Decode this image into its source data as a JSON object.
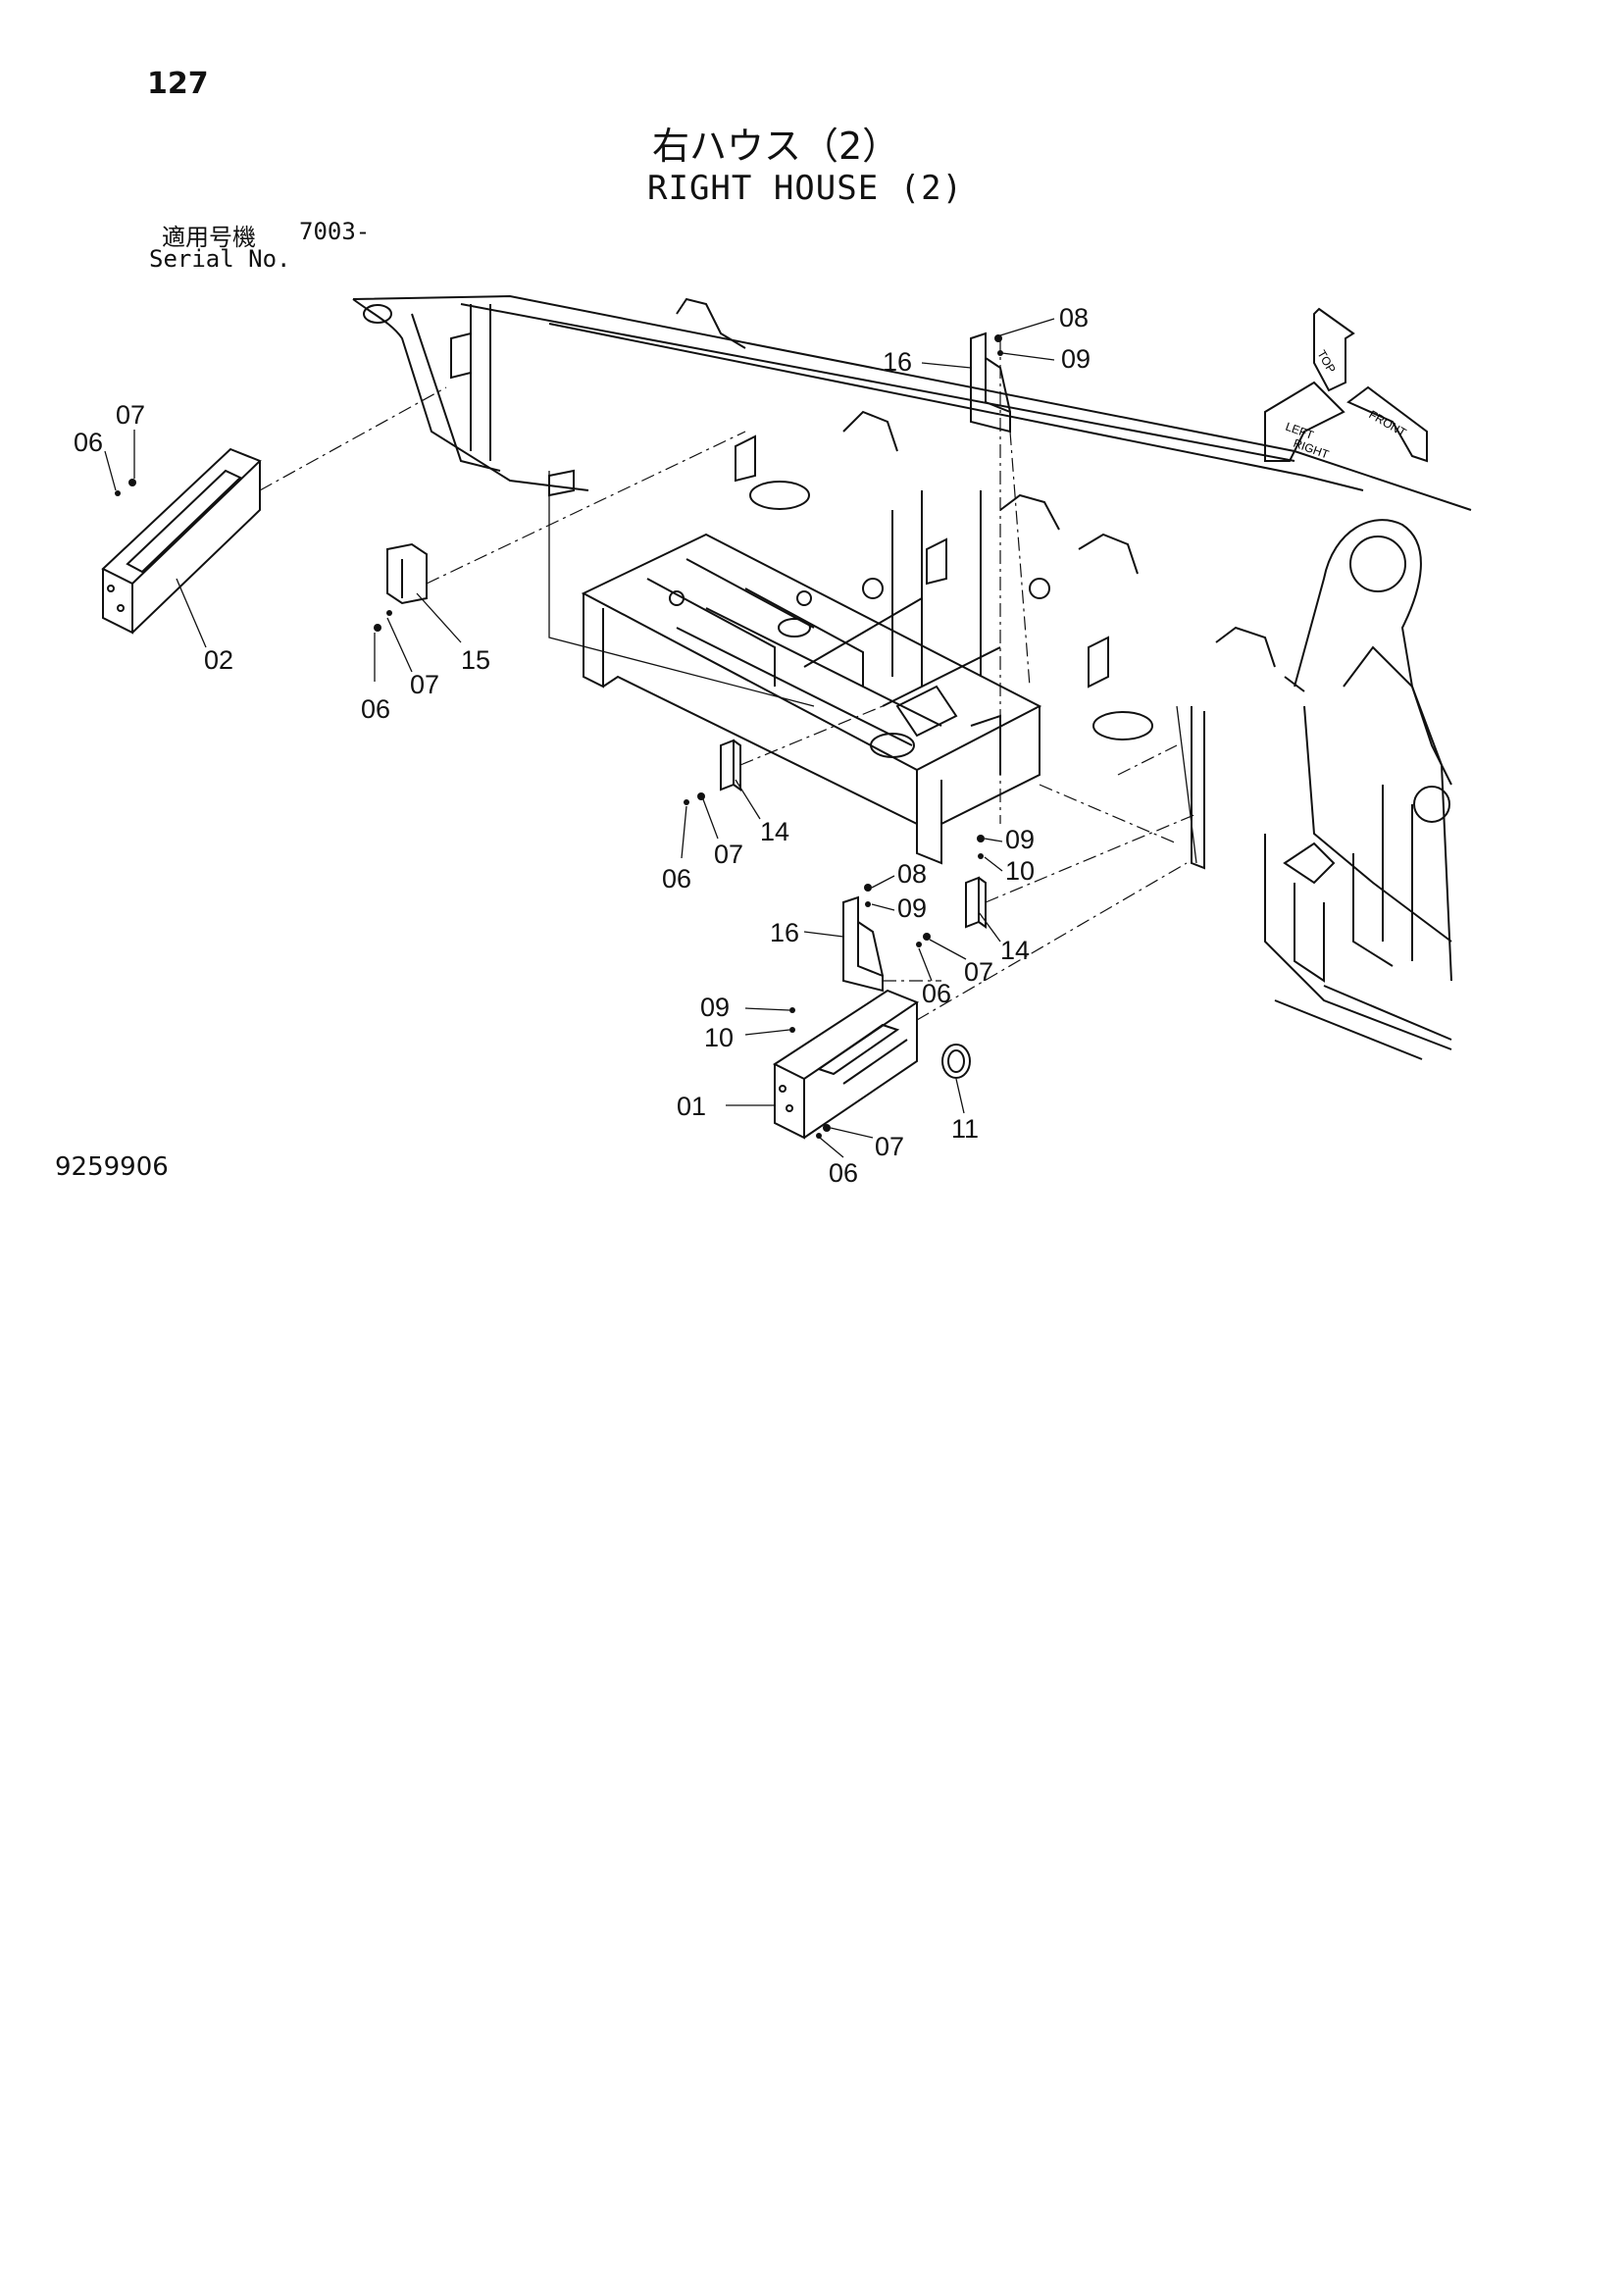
{
  "header": {
    "page_number": "127",
    "title_ja": "右ハウス（2）",
    "title_en": "RIGHT HOUSE (2)",
    "serial_label_ja": "適用号機",
    "serial_value": "7003-",
    "serial_label_en": "Serial No."
  },
  "footer": {
    "drawing_number": "9259906"
  },
  "callouts": {
    "c08_top": "08",
    "c16_top": "16",
    "c09_top": "09",
    "c07_left": "07",
    "c06_left": "06",
    "c02": "02",
    "c15": "15",
    "c07_mid": "07",
    "c06_mid": "06",
    "c14_mid": "14",
    "c07_low": "07",
    "c06_low": "06",
    "c09_r1": "09",
    "c10_r1": "10",
    "c08_r2": "08",
    "c09_r2": "09",
    "c16_low": "16",
    "c14_low": "14",
    "c07_r3": "07",
    "c06_r3": "06",
    "c09_l": "09",
    "c10_l": "10",
    "c01": "01",
    "c11": "11",
    "c07_bot": "07",
    "c06_bot": "06"
  },
  "orientation_icon": {
    "labels": [
      "TOP",
      "LEFT",
      "RIGHT",
      "FRONT"
    ]
  }
}
